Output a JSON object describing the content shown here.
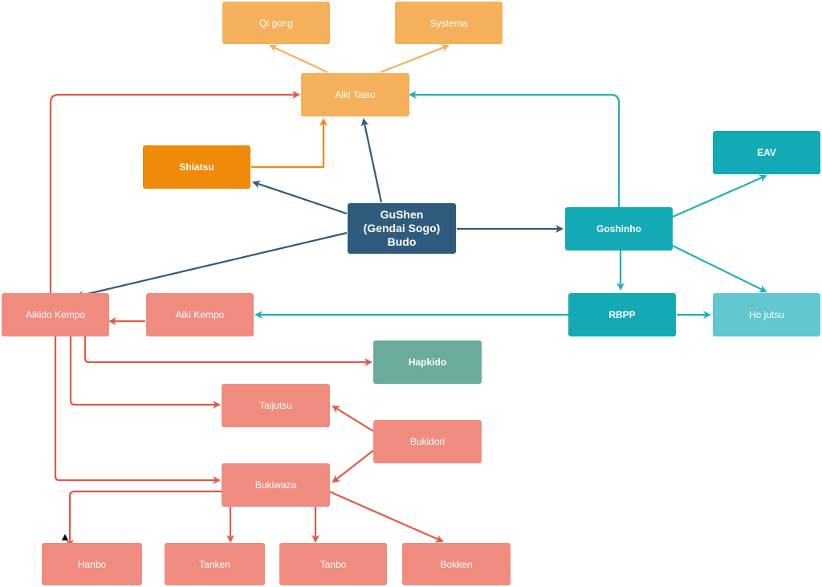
{
  "nodes": {
    "qi_gong": "Qi gong",
    "systema": "Systema",
    "aiki_taiso": "Aiki Taiso",
    "shiatsu": "Shiatsu",
    "gushen_line1": "GuShen",
    "gushen_line2": "(Gendai Sogo)",
    "gushen_line3": "Budo",
    "goshinho": "Goshinho",
    "eav": "EAV",
    "aikido_kempo": "Aikido Kempo",
    "aiki_kempo": "Aiki Kempo",
    "rbpp": "RBPP",
    "ho_jutsu": "Ho jutsu",
    "hapkido": "Hapkido",
    "taijutsu": "Taijutsu",
    "bukidori": "Bukidori",
    "bukiwaza": "Bukiwaza",
    "hanbo": "Hanbo",
    "tanken": "Tanken",
    "tanbo": "Tanbo",
    "bokken": "Bokken"
  },
  "colors": {
    "orange_light": "#f4b05a",
    "orange": "#ef8a0b",
    "navy": "#2f5b7c",
    "teal": "#13aab6",
    "teal_light": "#62c7cf",
    "salmon": "#f08c7f",
    "green": "#6aab9b",
    "edge_navy": "#2f5b7c",
    "edge_teal": "#1fb0bb",
    "edge_orange_light": "#f4b05a",
    "edge_orange": "#ef8a0b",
    "edge_red": "#e25a44"
  },
  "edges": [
    {
      "from": "gushen",
      "to": "aiki_taiso",
      "color": "navy"
    },
    {
      "from": "gushen",
      "to": "shiatsu",
      "color": "navy"
    },
    {
      "from": "gushen",
      "to": "goshinho",
      "color": "navy"
    },
    {
      "from": "gushen",
      "to": "aikido_kempo",
      "color": "navy"
    },
    {
      "from": "aiki_taiso",
      "to": "qi_gong",
      "color": "orange_light"
    },
    {
      "from": "aiki_taiso",
      "to": "systema",
      "color": "orange_light"
    },
    {
      "from": "shiatsu",
      "to": "aiki_taiso",
      "color": "orange"
    },
    {
      "from": "goshinho",
      "to": "aiki_taiso",
      "color": "teal"
    },
    {
      "from": "goshinho",
      "to": "eav",
      "color": "teal"
    },
    {
      "from": "goshinho",
      "to": "rbpp",
      "color": "teal"
    },
    {
      "from": "goshinho",
      "to": "ho_jutsu",
      "color": "teal"
    },
    {
      "from": "rbpp",
      "to": "ho_jutsu",
      "color": "teal"
    },
    {
      "from": "rbpp",
      "to": "aiki_kempo",
      "color": "teal"
    },
    {
      "from": "aiki_kempo",
      "to": "aikido_kempo",
      "color": "red"
    },
    {
      "from": "aikido_kempo",
      "to": "aiki_taiso",
      "color": "red"
    },
    {
      "from": "aikido_kempo",
      "to": "hapkido",
      "color": "red"
    },
    {
      "from": "aikido_kempo",
      "to": "taijutsu",
      "color": "red"
    },
    {
      "from": "aikido_kempo",
      "to": "bukiwaza",
      "color": "red"
    },
    {
      "from": "bukidori",
      "to": "taijutsu",
      "color": "red"
    },
    {
      "from": "bukidori",
      "to": "bukiwaza",
      "color": "red"
    },
    {
      "from": "bukiwaza",
      "to": "hanbo",
      "color": "red"
    },
    {
      "from": "bukiwaza",
      "to": "tanken",
      "color": "red"
    },
    {
      "from": "bukiwaza",
      "to": "tanbo",
      "color": "red"
    },
    {
      "from": "bukiwaza",
      "to": "bokken",
      "color": "red"
    }
  ]
}
